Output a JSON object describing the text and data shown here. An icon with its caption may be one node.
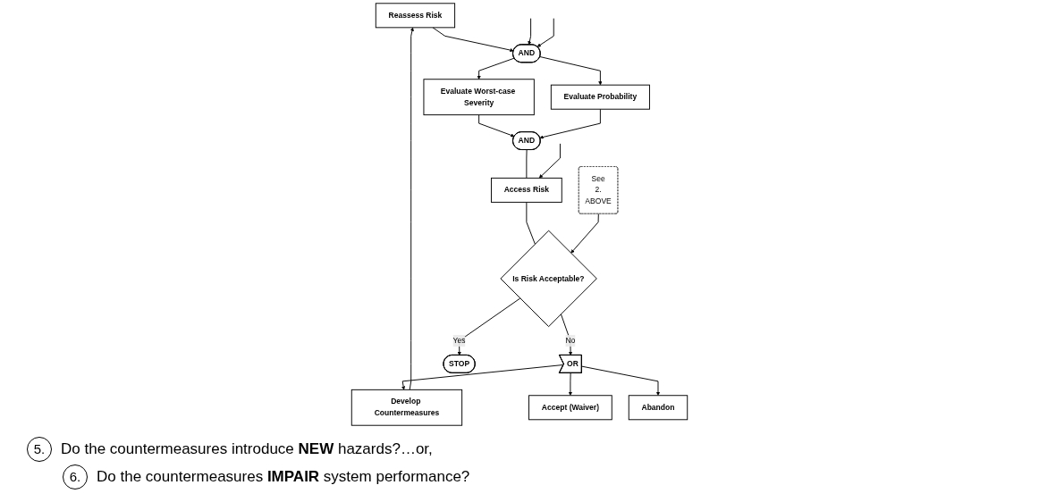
{
  "diagram": {
    "nodes": [
      {
        "text": [
          "Reassess Risk"
        ]
      },
      {
        "text": [
          "AND"
        ]
      },
      {
        "text": [
          "Evaluate Worst-case Severity"
        ]
      },
      {
        "text": [
          "Evaluate Probability"
        ]
      },
      {
        "text": [
          "AND"
        ]
      },
      {
        "text": [
          "Access Risk"
        ]
      },
      {
        "text": [
          "Is Risk Acceptable?"
        ]
      },
      {
        "text": [
          "OR"
        ]
      },
      {
        "text": [
          "Develop Countermeasures"
        ]
      },
      {
        "text": [
          "Accept (Waiver)"
        ]
      },
      {
        "text": [
          "Abandon"
        ]
      },
      {
        "text": [
          "STOP"
        ]
      },
      {
        "text": [
          "See",
          "2.",
          "ABOVE"
        ]
      }
    ],
    "edges": [
      {
        "from": 0,
        "to": 1,
        "arrow": "to"
      },
      {
        "from": null,
        "to": 1,
        "arrow": "to"
      },
      {
        "from": null,
        "to": 1,
        "arrow": "to"
      },
      {
        "from": 1,
        "to": 2,
        "arrow": "to"
      },
      {
        "from": 1,
        "to": 3,
        "arrow": "to"
      },
      {
        "from": 2,
        "to": 4,
        "arrow": "to"
      },
      {
        "from": 3,
        "to": 4,
        "arrow": "to"
      },
      {
        "from": 4,
        "to": 5,
        "arrow": "none"
      },
      {
        "from": null,
        "to": 5,
        "arrow": "to"
      },
      {
        "from": 5,
        "to": 6,
        "arrow": "none"
      },
      {
        "from": 12,
        "to": 6,
        "arrow": "to"
      },
      {
        "from": 6,
        "to": 7,
        "label": "No",
        "arrow": "to"
      },
      {
        "from": 6,
        "to": 11,
        "label": "Yes",
        "arrow": "to"
      },
      {
        "from": 7,
        "to": 8,
        "arrow": "to"
      },
      {
        "from": 7,
        "to": 9,
        "arrow": "to"
      },
      {
        "from": 7,
        "to": 10,
        "arrow": "to"
      },
      {
        "from": 8,
        "to": 0,
        "arrow": "to"
      }
    ],
    "labels": [
      "5.",
      "Do the countermeasures introduce **NEW** hazards?…or,",
      "6.",
      "Do the countermeasures **IMPAIR** system performance?"
    ]
  }
}
